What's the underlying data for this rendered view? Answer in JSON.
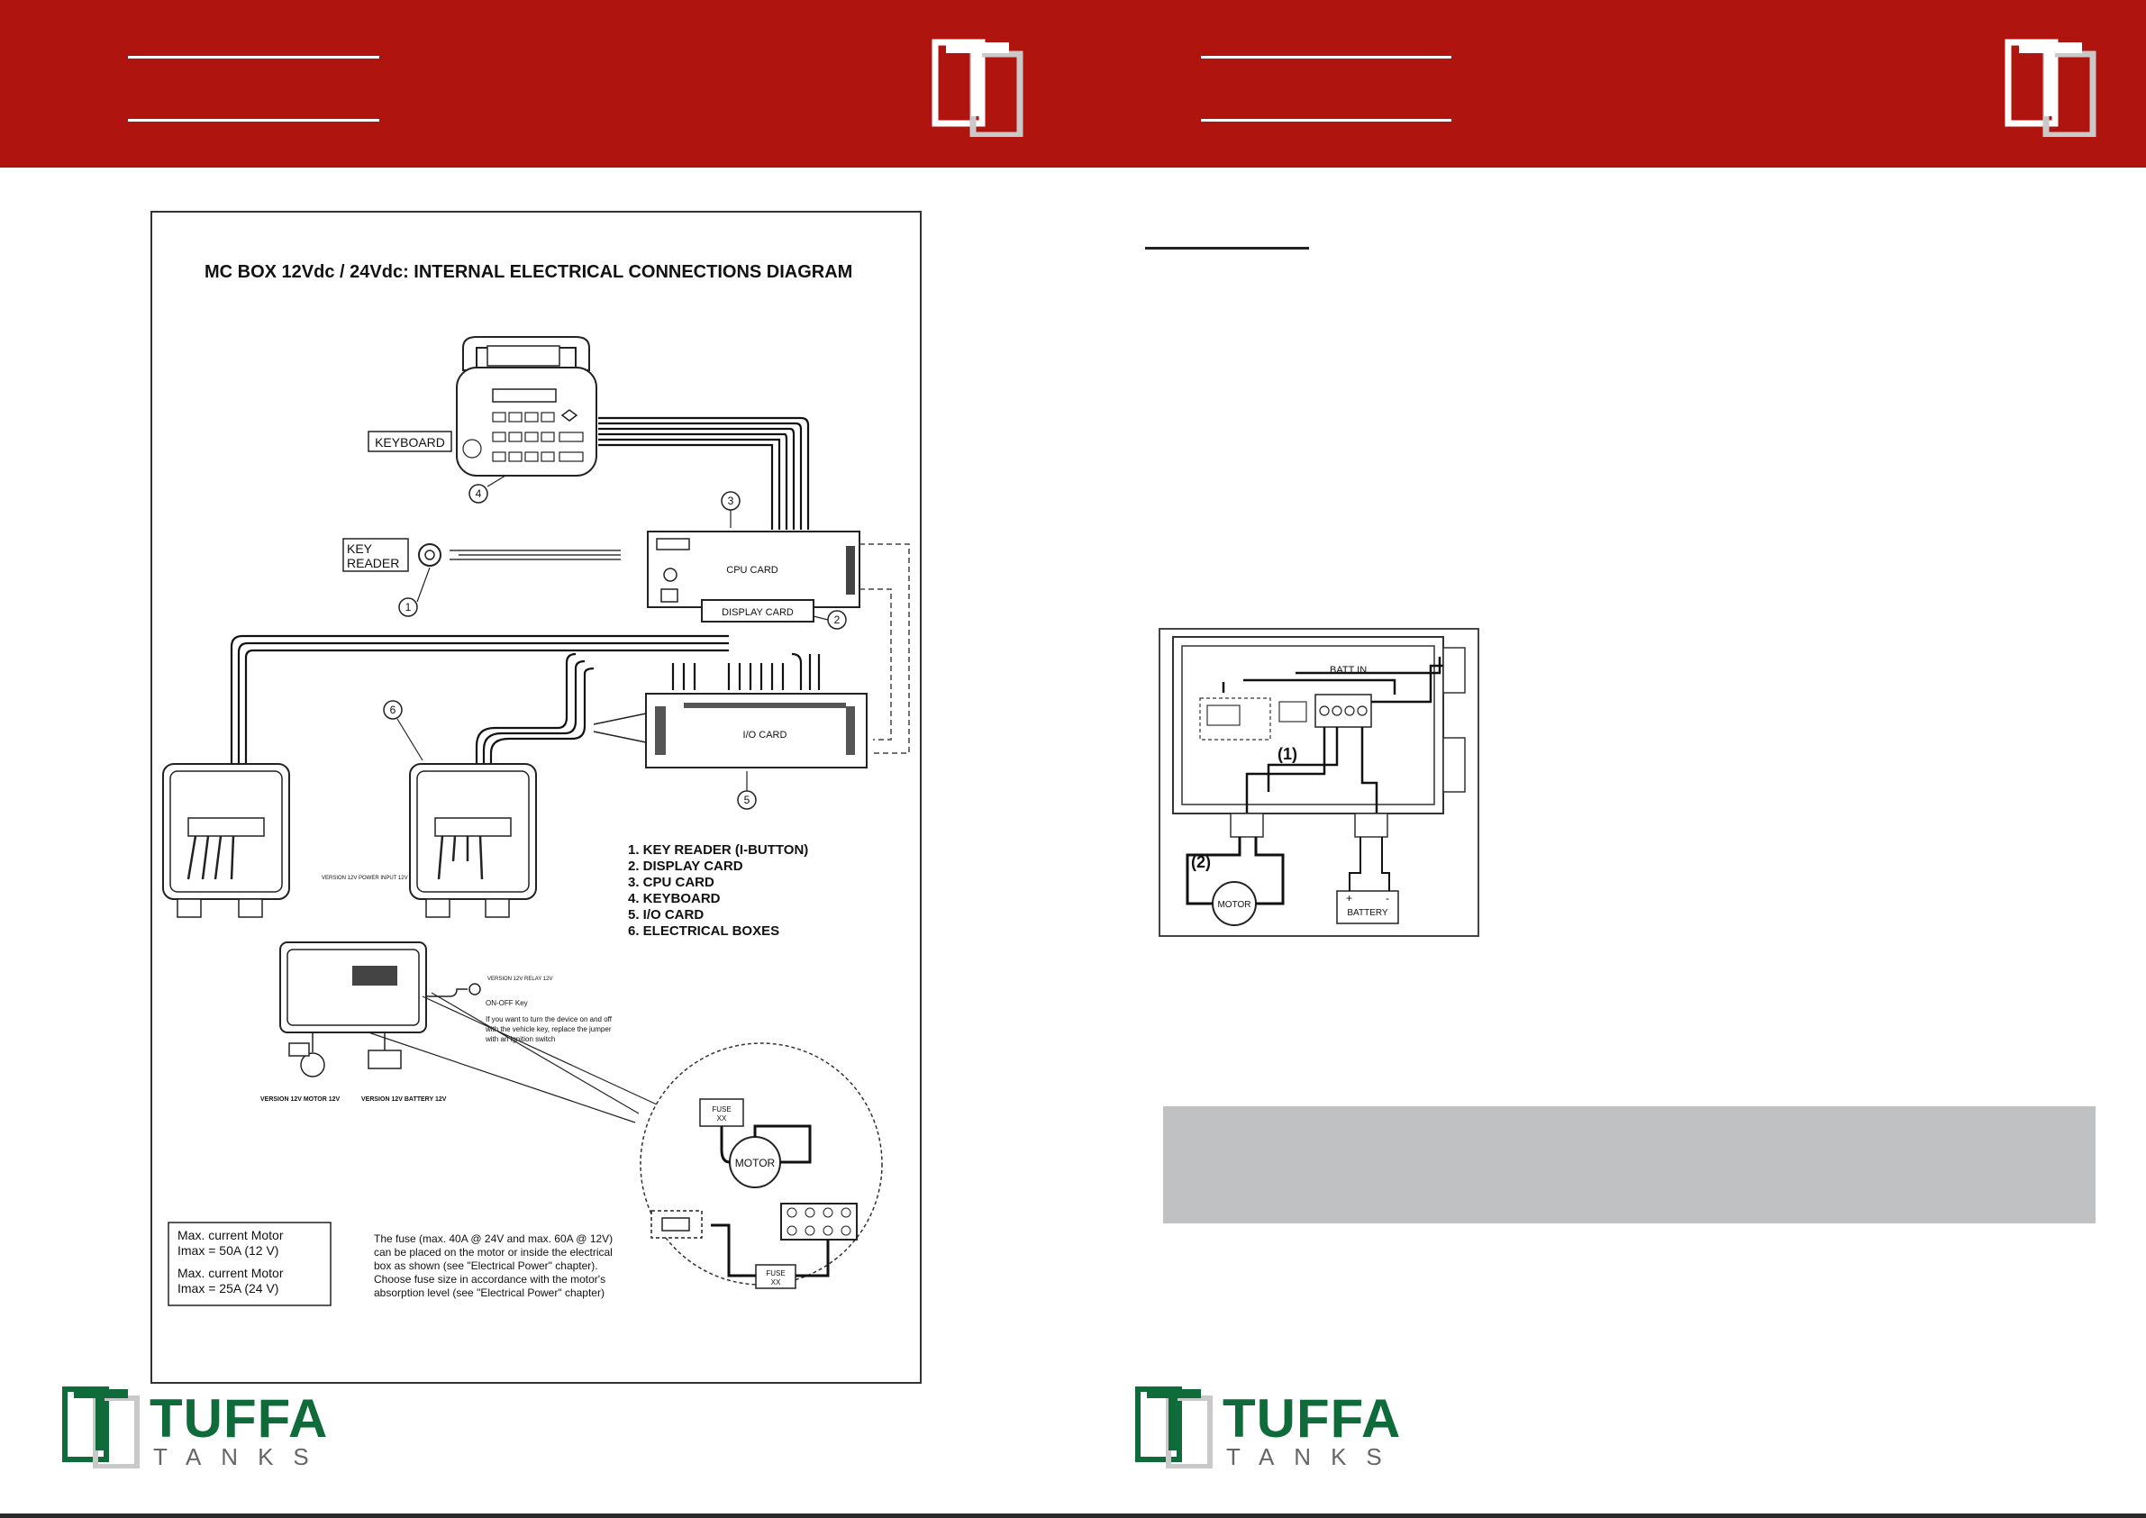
{
  "brand": {
    "colors": {
      "header_red": "#b0140f",
      "brand_green": "#0f6b3a",
      "logo_grey": "#c9c9c9"
    },
    "name": "TUFFA",
    "sub": "TANKS",
    "icon": "tuffa-logo-icon"
  },
  "left_diagram": {
    "title": "MC BOX 12Vdc / 24Vdc: INTERNAL ELECTRICAL CONNECTIONS DIAGRAM",
    "labels": {
      "keyboard": "KEYBOARD",
      "key_reader_1": "KEY",
      "key_reader_2": "READER",
      "cpu_card": "CPU CARD",
      "display_card": "DISPLAY CARD",
      "io_card": "I/O CARD",
      "motor": "MOTOR",
      "fuse": "FUSE",
      "fuse_xx": "XX",
      "on_off_key": "ON-OFF Key",
      "ignition_note_1": "If you want to turn the device on and off",
      "ignition_note_2": "with the vehicle key, replace the jumper",
      "ignition_note_3": "with an ignition switch",
      "ver_motor": "VERSION 12V MOTOR 12V",
      "ver_battery": "VERSION 12V BATTERY 12V",
      "ver_relay": "VERSION 12V RELAY 12V",
      "ver_power": "VERSION 12V POWER INPUT 12V"
    },
    "callouts": [
      "1",
      "2",
      "3",
      "4",
      "5",
      "6"
    ],
    "legend": [
      "1.  KEY READER (I-BUTTON)",
      "2.  DISPLAY CARD",
      "3.  CPU CARD",
      "4.  KEYBOARD",
      "5.  I/O CARD",
      "6.  ELECTRICAL BOXES"
    ],
    "current_box": {
      "line1": "Max. current Motor",
      "line2": "Imax = 50A (12 V)",
      "line3": "Max. current Motor",
      "line4": "Imax = 25A (24 V)"
    },
    "fuse_note": [
      "The fuse (max. 40A @ 24V and max. 60A @ 12V)",
      "can be placed on the motor or inside the electrical",
      "box as shown (see \"Electrical Power\" chapter).",
      "Choose fuse size in accordance with the motor's",
      "absorption level (see \"Electrical Power\" chapter)"
    ]
  },
  "right_diagram": {
    "batt_in": "BATT IN",
    "label_1": "(1)",
    "label_2": "(2)",
    "motor": "MOTOR",
    "battery": "BATTERY",
    "plus": "+",
    "minus": "-"
  }
}
